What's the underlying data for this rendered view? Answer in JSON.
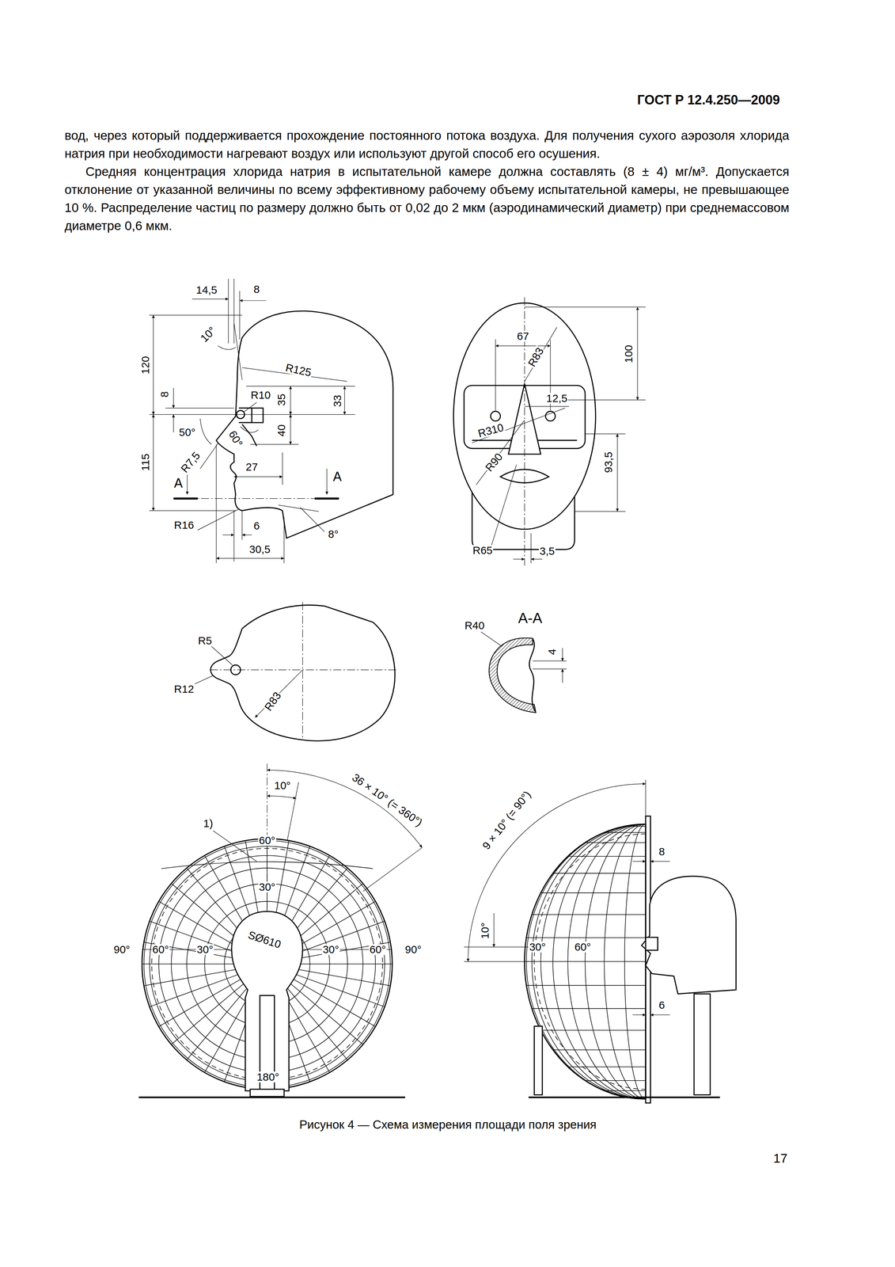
{
  "diagram": {
    "caption": "Рисунок 4 — Схема измерения площади поля зрения",
    "labels": [
      "ГОСТ Р 12.4.250—2009",
      "вод, через который поддерживается прохождение постоянного потока воздуха. Для получения сухого аэрозоля хлорида натрия при необходимости нагревают воздух или используют другой способ его осушения.",
      "Средняя концентрация хлорида натрия в испытательной камере должна составлять (8 ± 4) мг/м³. Допускается отклонение от указанной величины по всему эффективному рабочему объему испытательной камеры, не превышающее 10 %. Распределение частиц по размеру должно быть от 0,02 до 2 мкм (аэродинамический диаметр) при среднемассовом диаметре 0,6 мкм.",
      "14,5",
      "8",
      "120",
      "10°",
      "R125",
      "8",
      "R10",
      "35",
      "33",
      "50°",
      "60°",
      "40",
      "115",
      "R7,5",
      "27",
      "A",
      "A",
      "R16",
      "6",
      "8°",
      "30,5",
      "67",
      "R83",
      "100",
      "12,5",
      "R310",
      "R90",
      "93,5",
      "R65",
      "3,5",
      "R5",
      "R40",
      "A-A",
      "4",
      "R12",
      "R83",
      "36 × 10° (= 360°)",
      "10°",
      "1)",
      "9 × 10° (= 90°)",
      "60°",
      "8",
      "30°",
      "10°",
      "SØ610",
      "90°",
      "60°",
      "30°",
      "30°",
      "60°",
      "90°",
      "30°",
      "60°",
      "6",
      "180°",
      "17"
    ]
  }
}
